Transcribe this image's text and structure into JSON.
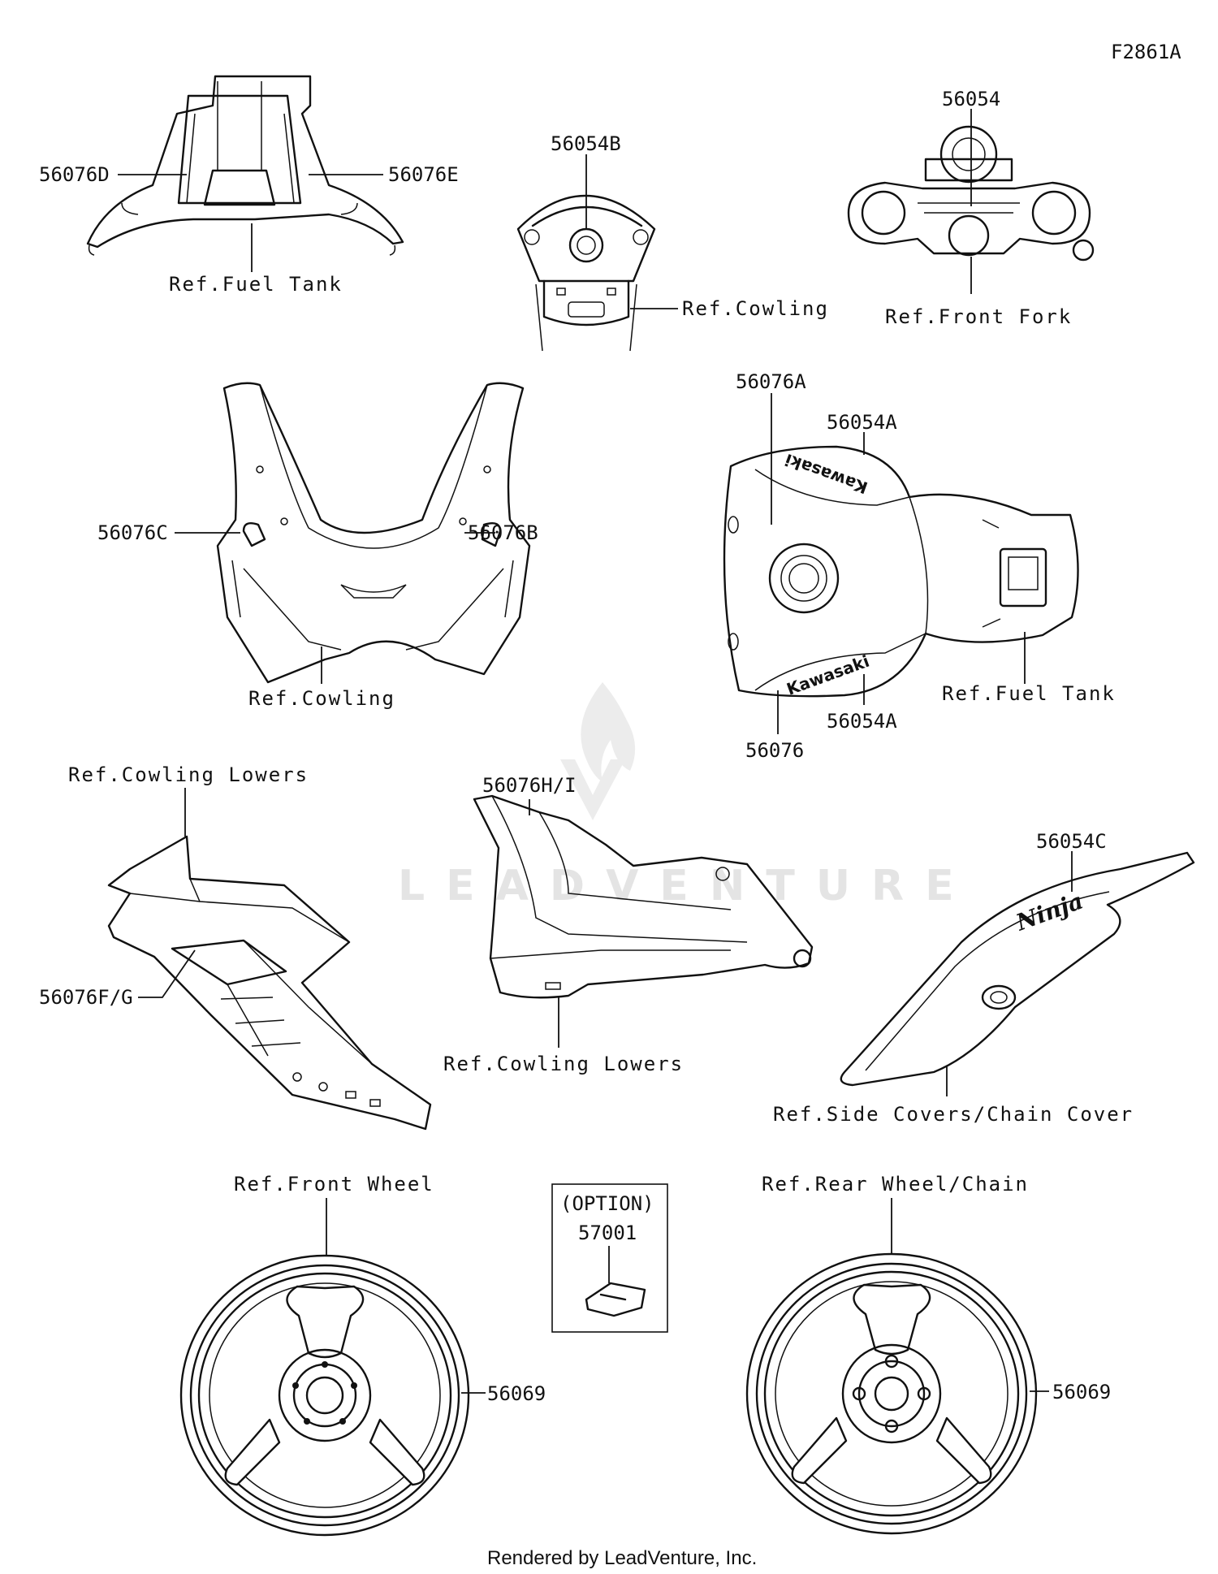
{
  "diagram_code": "F2861A",
  "watermark": "LEADVENTURE",
  "footer": "Rendered by LeadVenture, Inc.",
  "labels": {
    "p56076D": "56076D",
    "p56076E": "56076E",
    "ref_fuel_tank_top": "Ref.Fuel Tank",
    "p56054B": "56054B",
    "ref_cowling_top": "Ref.Cowling",
    "p56054": "56054",
    "ref_front_fork": "Ref.Front Fork",
    "p56076C": "56076C",
    "p56076B": "56076B",
    "ref_cowling_mid": "Ref.Cowling",
    "p56076A": "56076A",
    "p56054A_top": "56054A",
    "p56054A_bottom": "56054A",
    "p56076": "56076",
    "ref_fuel_tank_mid": "Ref.Fuel Tank",
    "ref_cowling_lowers_left": "Ref.Cowling Lowers",
    "p56076FG": "56076F/G",
    "p56076HI": "56076H/I",
    "ref_cowling_lowers_center": "Ref.Cowling Lowers",
    "p56054C": "56054C",
    "ref_side_covers": "Ref.Side Covers/Chain Cover",
    "ref_front_wheel": "Ref.Front Wheel",
    "p56069_front": "56069",
    "option": "(OPTION)",
    "p57001": "57001",
    "ref_rear_wheel": "Ref.Rear Wheel/Chain",
    "p56069_rear": "56069",
    "decal_kawasaki_top": "Kawasaki",
    "decal_kawasaki_bottom": "Kawasaki",
    "decal_ninja": "Ninja"
  }
}
